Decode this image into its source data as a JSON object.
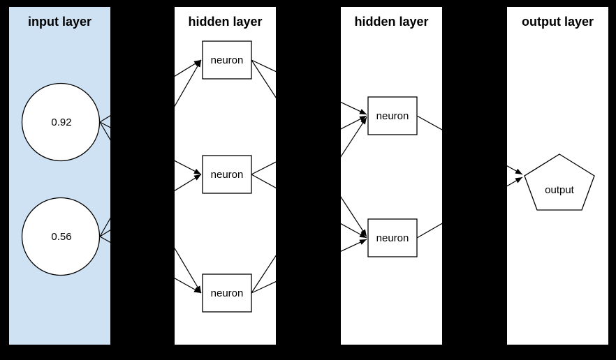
{
  "diagram": {
    "kind": "neural-network",
    "colors": {
      "background": "#000000",
      "input_panel": "#cfe2f3",
      "panel": "#ffffff",
      "node_fill": "#ffffff",
      "stroke": "#000000"
    },
    "layers": [
      {
        "id": "input",
        "title": "input layer",
        "nodes": [
          {
            "shape": "circle",
            "label": "0.92"
          },
          {
            "shape": "circle",
            "label": "0.56"
          }
        ]
      },
      {
        "id": "hidden1",
        "title": "hidden layer",
        "nodes": [
          {
            "shape": "rect",
            "label": "neuron"
          },
          {
            "shape": "rect",
            "label": "neuron"
          },
          {
            "shape": "rect",
            "label": "neuron"
          }
        ]
      },
      {
        "id": "hidden2",
        "title": "hidden layer",
        "nodes": [
          {
            "shape": "rect",
            "label": "neuron"
          },
          {
            "shape": "rect",
            "label": "neuron"
          }
        ]
      },
      {
        "id": "output",
        "title": "output layer",
        "nodes": [
          {
            "shape": "pentagon",
            "label": "output"
          }
        ]
      }
    ],
    "connections": [
      {
        "from": "input.0",
        "to": "hidden1.0"
      },
      {
        "from": "input.0",
        "to": "hidden1.1"
      },
      {
        "from": "input.0",
        "to": "hidden1.2"
      },
      {
        "from": "input.1",
        "to": "hidden1.0"
      },
      {
        "from": "input.1",
        "to": "hidden1.1"
      },
      {
        "from": "input.1",
        "to": "hidden1.2"
      },
      {
        "from": "hidden1.0",
        "to": "hidden2.0"
      },
      {
        "from": "hidden1.0",
        "to": "hidden2.1"
      },
      {
        "from": "hidden1.1",
        "to": "hidden2.0"
      },
      {
        "from": "hidden1.1",
        "to": "hidden2.1"
      },
      {
        "from": "hidden1.2",
        "to": "hidden2.0"
      },
      {
        "from": "hidden1.2",
        "to": "hidden2.1"
      },
      {
        "from": "hidden2.0",
        "to": "output.0"
      },
      {
        "from": "hidden2.1",
        "to": "output.0"
      }
    ]
  }
}
